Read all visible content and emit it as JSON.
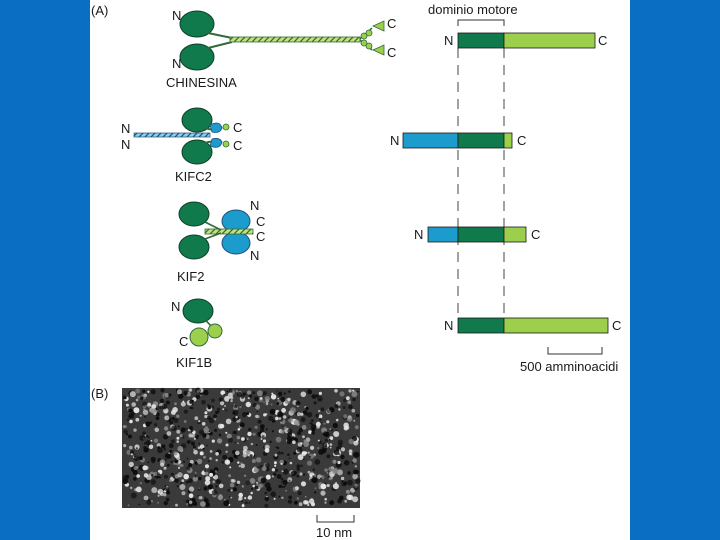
{
  "panels": {
    "a": "(A)",
    "b": "(B)"
  },
  "labels": {
    "n": "N",
    "c": "C",
    "motor_domain": "dominio motore",
    "scale_aa": "500 amminoacidi",
    "scale_nm": "10 nm"
  },
  "proteins": [
    {
      "name": "CHINESINA"
    },
    {
      "name": "KIFC2"
    },
    {
      "name": "KIF2"
    },
    {
      "name": "KIF1B"
    }
  ],
  "colors": {
    "background": "#0a6fc2",
    "motor_dark_green": "#117a4c",
    "tail_light_green": "#9ccf4b",
    "cyan_domain": "#1c9ccc"
  },
  "micrograph": {
    "description_icon": "electron-micrograph"
  }
}
